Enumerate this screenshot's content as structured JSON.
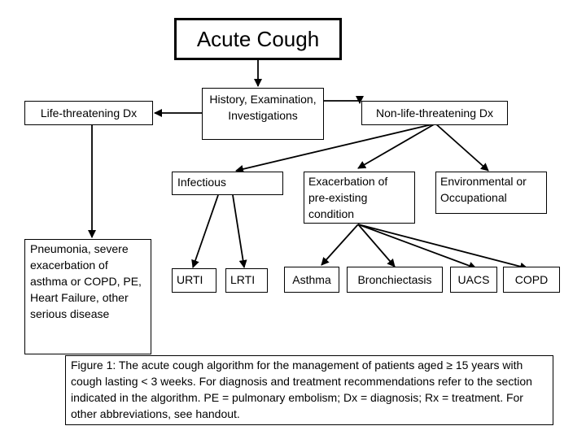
{
  "diagram": {
    "title": "Acute Cough",
    "history": "History, Examination, Investigations",
    "life_threatening": "Life-threatening Dx",
    "non_life_threatening": "Non-life-threatening Dx",
    "serious_conditions": "Pneumonia, severe exacerbation of asthma or COPD, PE, Heart Failure, other serious disease",
    "infectious": "Infectious",
    "exacerbation": "Exacerbation of pre-existing condition",
    "environmental": "Environmental or Occupational",
    "urti": "URTI",
    "lrti": "LRTI",
    "asthma": "Asthma",
    "bronchiectasis": "Bronchiectasis",
    "uacs": "UACS",
    "copd": "COPD"
  },
  "caption": "Figure 1: The acute cough algorithm for the management of patients aged ≥ 15 years with cough lasting < 3 weeks. For diagnosis and treatment recommendations refer to the section indicated in the algorithm. PE = pulmonary embolism; Dx = diagnosis; Rx = treatment. For other abbreviations, see handout."
}
